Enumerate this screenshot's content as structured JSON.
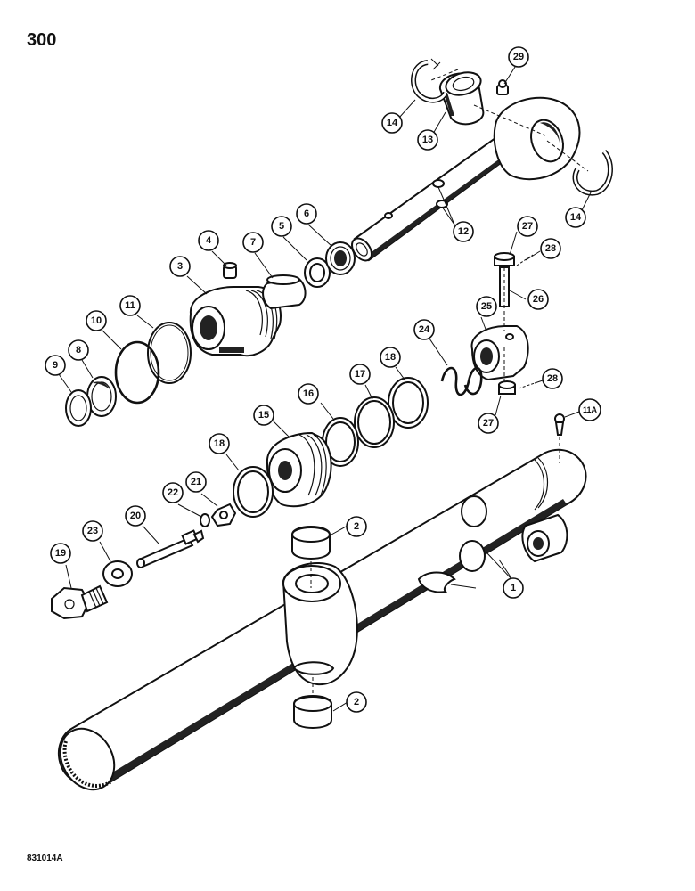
{
  "page_number": "300",
  "figure_code": "831014A",
  "callouts": [
    {
      "id": "c29",
      "label": "29"
    },
    {
      "id": "c14a",
      "label": "14"
    },
    {
      "id": "c13",
      "label": "13"
    },
    {
      "id": "c14b",
      "label": "14"
    },
    {
      "id": "c12",
      "label": "12"
    },
    {
      "id": "c27a",
      "label": "27"
    },
    {
      "id": "c28a",
      "label": "28"
    },
    {
      "id": "c26",
      "label": "26"
    },
    {
      "id": "c4",
      "label": "4"
    },
    {
      "id": "c7",
      "label": "7"
    },
    {
      "id": "c5",
      "label": "5"
    },
    {
      "id": "c6",
      "label": "6"
    },
    {
      "id": "c3",
      "label": "3"
    },
    {
      "id": "c11",
      "label": "11"
    },
    {
      "id": "c10",
      "label": "10"
    },
    {
      "id": "c8",
      "label": "8"
    },
    {
      "id": "c9",
      "label": "9"
    },
    {
      "id": "c25",
      "label": "25"
    },
    {
      "id": "c24",
      "label": "24"
    },
    {
      "id": "c18a",
      "label": "18"
    },
    {
      "id": "c17",
      "label": "17"
    },
    {
      "id": "c16",
      "label": "16"
    },
    {
      "id": "c15",
      "label": "15"
    },
    {
      "id": "c28b",
      "label": "28"
    },
    {
      "id": "c27b",
      "label": "27"
    },
    {
      "id": "c11A",
      "label": "11A"
    },
    {
      "id": "c18b",
      "label": "18"
    },
    {
      "id": "c21",
      "label": "21"
    },
    {
      "id": "c22",
      "label": "22"
    },
    {
      "id": "c20",
      "label": "20"
    },
    {
      "id": "c23",
      "label": "23"
    },
    {
      "id": "c19",
      "label": "19"
    },
    {
      "id": "c2a",
      "label": "2"
    },
    {
      "id": "c1",
      "label": "1"
    },
    {
      "id": "c2b",
      "label": "2"
    }
  ]
}
